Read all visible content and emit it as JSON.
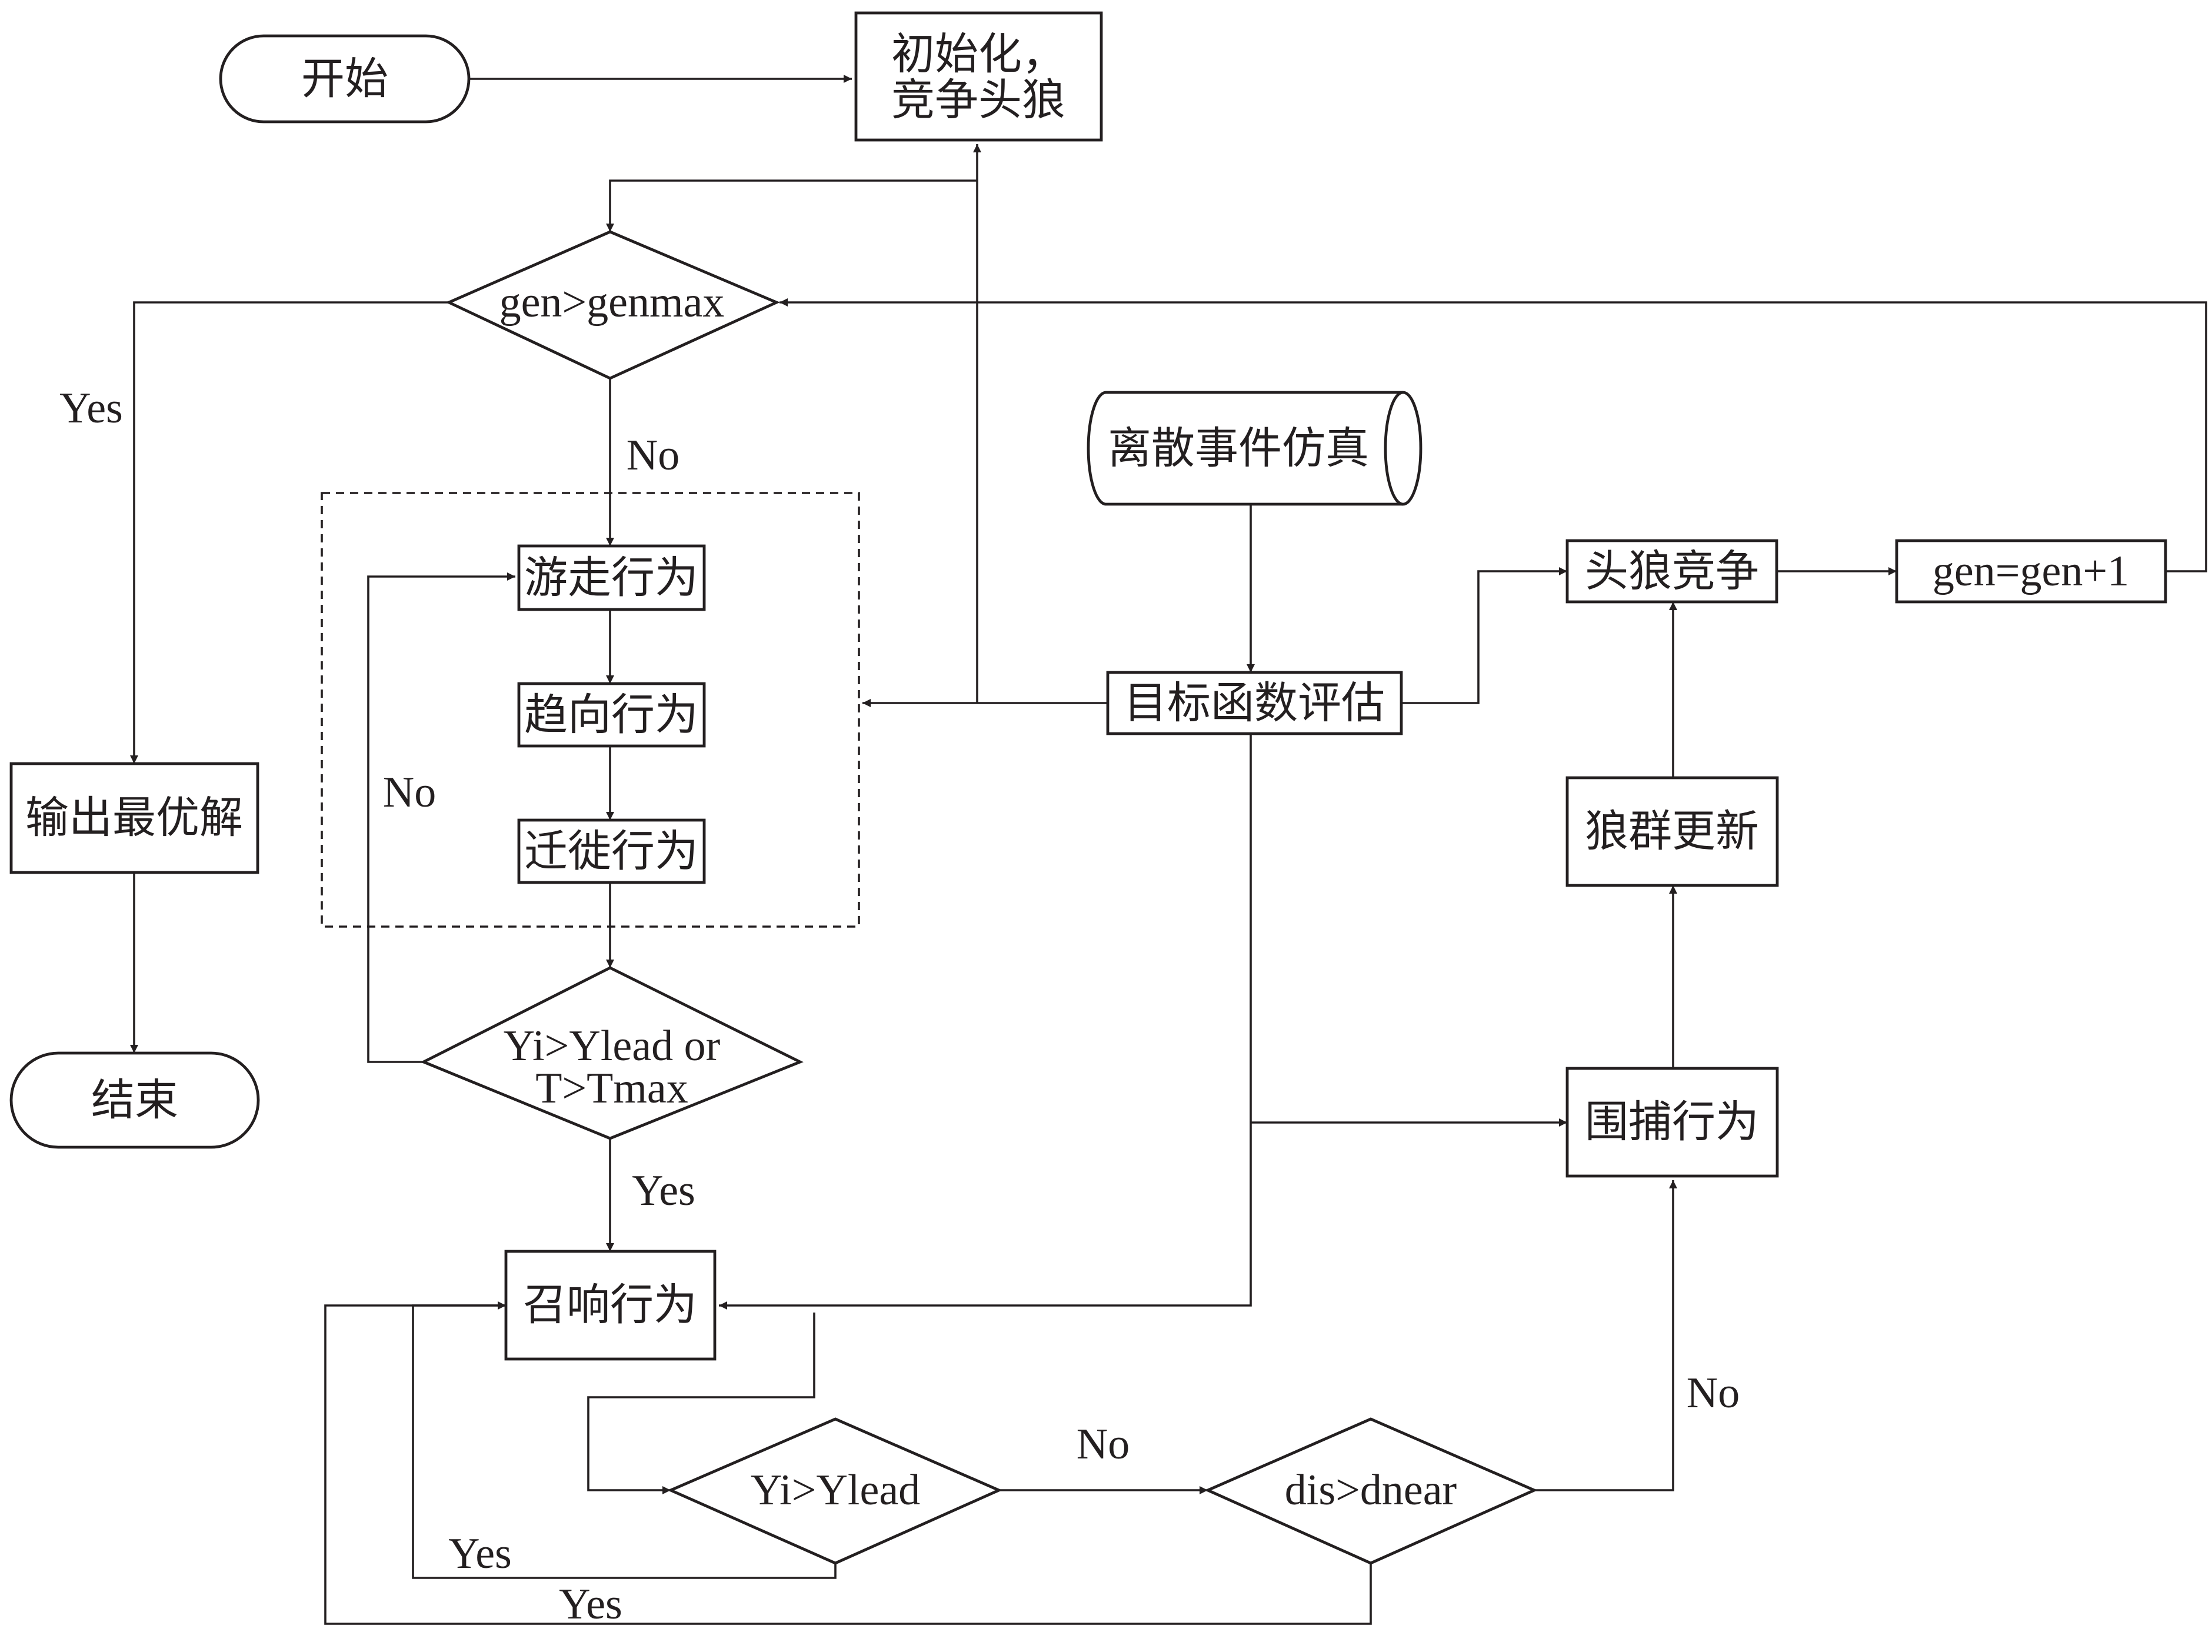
{
  "nodes": {
    "start": "开始",
    "init_line1": "初始化，",
    "init_line2": "竞争头狼",
    "gen_check": "gen>genmax",
    "walk": "游走行为",
    "approach": "趋向行为",
    "migrate": "迁徙行为",
    "yi_check_line1": "Yi>Ylead or",
    "yi_check_line2": "T>Tmax",
    "summon": "召响行为",
    "yi_lead": "Yi>Ylead",
    "dis_check": "dis>dnear",
    "output": "输出最优解",
    "end": "结束",
    "des": "离散事件仿真",
    "objective": "目标函数评估",
    "leader_compete": "头狼竞争",
    "gen_inc": "gen=gen+1",
    "pack_update": "狼群更新",
    "siege": "围捕行为"
  },
  "edge_labels": {
    "gen_yes": "Yes",
    "gen_no": "No",
    "loop_no": "No",
    "loop_yes": "Yes",
    "yi_lead_no": "No",
    "yi_lead_yes": "Yes",
    "dis_yes": "Yes",
    "dis_no": "No"
  }
}
